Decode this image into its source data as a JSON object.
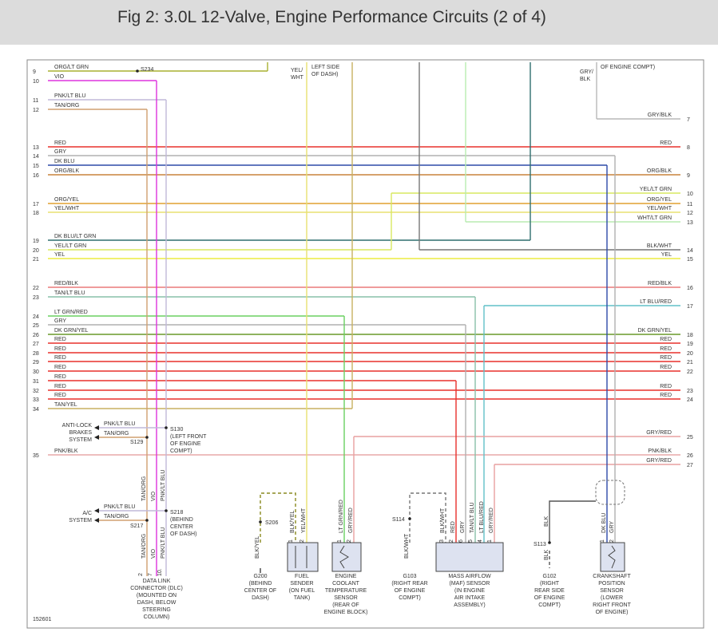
{
  "title": "Fig 2: 3.0L 12-Valve, Engine Performance Circuits (2 of 4)",
  "figure_number": "152601",
  "colors": {
    "RED": "#e8302c",
    "GRY": "#b0b0b0",
    "DK BLU": "#2e4aa8",
    "ORG/BLK": "#c9843c",
    "ORG/YEL": "#e0a030",
    "YEL/WHT": "#e8e070",
    "YEL/LT GRN": "#d8e860",
    "YEL": "#ecec40",
    "DK BLU/LT GRN": "#2f6f6f",
    "TAN/ORG": "#d0a070",
    "TAN/LT BLU": "#88c0a8",
    "TAN/YEL": "#c8b060",
    "VIO": "#dd33dd",
    "PNK/LT BLU": "#c0b8d8",
    "RED/BLK": "#ea7a7a",
    "LT GRN/RED": "#6ad060",
    "DK GRN/YEL": "#6a9a2a",
    "PNK/BLK": "#e8a8a8",
    "GRY/RED": "#e8a0a0",
    "LT BLU/RED": "#60c0c8",
    "BLK/WHT": "#777777",
    "GRY/BLK": "#b8b8b8",
    "ORG/LT GRN": "#a8b030",
    "WHT/LT GRN": "#b8ecb0",
    "YEL/LT GRN R": "#d8e860",
    "BLK": "#555555",
    "BLK/YEL": "#8a8a20"
  },
  "wires": [
    {
      "row": "9",
      "label": "ORG/LT GRN"
    },
    {
      "row": "10",
      "label": "VIO"
    },
    {
      "row": "11",
      "label": "PNK/LT BLU"
    },
    {
      "row": "12",
      "label": "TAN/ORG"
    },
    {
      "row": "13",
      "label": "RED",
      "right_label": "RED",
      "right_pin": "8"
    },
    {
      "row": "14",
      "label": "GRY"
    },
    {
      "row": "15",
      "label": "DK BLU"
    },
    {
      "row": "16",
      "label": "ORG/BLK",
      "right_label": "ORG/BLK",
      "right_pin": "9"
    },
    {
      "row": "17",
      "label": "ORG/YEL",
      "right_label": "ORG/YEL",
      "right_pin": "11"
    },
    {
      "row": "18",
      "label": "YEL/WHT",
      "right_label": "YEL/WHT",
      "right_pin": "12"
    },
    {
      "row": "19",
      "label": "DK BLU/LT GRN"
    },
    {
      "row": "20",
      "label": "YEL/LT GRN"
    },
    {
      "row": "21",
      "label": "YEL",
      "right_label": "YEL",
      "right_pin": "15"
    },
    {
      "row": "22",
      "label": "RED/BLK",
      "right_label": "RED/BLK",
      "right_pin": "16"
    },
    {
      "row": "23",
      "label": "TAN/LT BLU"
    },
    {
      "row": "24",
      "label": "LT GRN/RED"
    },
    {
      "row": "25",
      "label": "GRY"
    },
    {
      "row": "26",
      "label": "DK GRN/YEL",
      "right_label": "DK GRN/YEL",
      "right_pin": "18"
    },
    {
      "row": "27",
      "label": "RED",
      "right_label": "RED",
      "right_pin": "19"
    },
    {
      "row": "28",
      "label": "RED",
      "right_label": "RED",
      "right_pin": "20"
    },
    {
      "row": "29",
      "label": "RED",
      "right_label": "RED",
      "right_pin": "21"
    },
    {
      "row": "30",
      "label": "RED",
      "right_label": "RED",
      "right_pin": "22"
    },
    {
      "row": "31",
      "label": "RED"
    },
    {
      "row": "32",
      "label": "RED",
      "right_label": "RED",
      "right_pin": "23"
    },
    {
      "row": "33",
      "label": "RED",
      "right_label": "RED",
      "right_pin": "24"
    },
    {
      "row": "34",
      "label": "TAN/YEL"
    },
    {
      "row": "35",
      "label": "PNK/BLK",
      "right_label": "PNK/BLK",
      "right_pin": "26"
    }
  ],
  "right_only_wires": [
    {
      "label": "GRY/BLK",
      "pin": "7"
    },
    {
      "label": "YEL/LT GRN",
      "pin": "10"
    },
    {
      "label": "WHT/LT GRN",
      "pin": "13"
    },
    {
      "label": "BLK/WHT",
      "pin": "14"
    },
    {
      "label": "LT BLU/RED",
      "pin": "17"
    },
    {
      "label": "GRY/RED",
      "pin": "25"
    },
    {
      "label": "GRY/RED",
      "pin": "27"
    }
  ],
  "splices": {
    "s234": "S234",
    "s130": "S130",
    "s130_desc": [
      "(LEFT FRONT",
      "OF ENGINE",
      "COMPT)"
    ],
    "s129": "S129",
    "s218": "S218",
    "s218_desc": [
      "(BEHIND",
      "CENTER",
      "OF DASH)"
    ],
    "s217": "S217",
    "s206": "S206",
    "s114": "S114",
    "s113": "S113"
  },
  "top_notes": {
    "left_side_dash": [
      "LEFT SIDE",
      "OF DASH)"
    ],
    "yel_wht": [
      "YEL/",
      "WHT"
    ],
    "engine_compt": "OF ENGINE COMPT)",
    "gry_blk": [
      "GRY/",
      "BLK"
    ]
  },
  "systems": {
    "abs": [
      "ANTI-LOCK",
      "BRAKES",
      "SYSTEM"
    ],
    "ac": [
      "A/C",
      "SYSTEM"
    ]
  },
  "components": {
    "dlc": [
      "DATA LINK",
      "CONNECTOR (DLC)",
      "(MOUNTED ON",
      "DASH, BELOW",
      "STEERING",
      "COLUMN)"
    ],
    "g200": [
      "G200",
      "(BEHIND",
      "CENTER OF",
      "DASH)"
    ],
    "fuel_sender": [
      "FUEL",
      "SENDER",
      "(ON FUEL",
      "TANK)"
    ],
    "ect": [
      "ENGINE",
      "COOLANT",
      "TEMPERATURE",
      "SENSOR",
      "(REAR OF",
      "ENGINE BLOCK)"
    ],
    "g103": [
      "G103",
      "(RIGHT REAR",
      "OF ENGINE",
      "COMPT)"
    ],
    "maf": [
      "MASS AIRFLOW",
      "(MAF) SENSOR",
      "(IN ENGINE",
      "AIR INTAKE",
      "ASSEMBLY)"
    ],
    "g102": [
      "G102",
      "(RIGHT",
      "REAR SIDE",
      "OF ENGINE",
      "COMPT)"
    ],
    "ckp": [
      "CRANKSHAFT",
      "POSITION",
      "SENSOR",
      "(LOWER",
      "RIGHT FRONT",
      "OF ENGINE)"
    ]
  },
  "vertical_labels": {
    "tan_org_a": "TAN/ORG",
    "vio_a": "VIO",
    "pnk_lt_blu_a": "PNK/LT BLU",
    "tan_org_b": "TAN/ORG",
    "vio_b": "VIO",
    "pnk_lt_blu_b": "PNK/LT BLU",
    "blk_yel_a": "BLK/YEL",
    "blk_yel_b": "BLK/YEL",
    "yel_wht": "YEL/WHT",
    "lt_grn_red": "LT GRN/RED",
    "gry_red": "GRY/RED",
    "blk_wht_a": "BLK/WHT",
    "blk_wht_b": "BLK/WHT",
    "red": "RED",
    "gry": "GRY",
    "tan_lt_blu": "TAN/LT BLU",
    "lt_blu_red": "LT BLU/RED",
    "gry_red_b": "GRY/RED",
    "blk_a": "BLK",
    "blk_b": "BLK",
    "dk_blu": "DK BLU",
    "gry_b": "GRY"
  },
  "pins": {
    "dlc": [
      "2",
      "7",
      "10."
    ],
    "fuel": [
      "1",
      "2"
    ],
    "ect": [
      "1",
      "2"
    ],
    "maf": [
      "3",
      "2",
      "6",
      "5",
      "4",
      "1"
    ],
    "ckp": [
      "1",
      "2"
    ]
  },
  "branch_labels": {
    "abs_pnk": "PNK/LT BLU",
    "abs_tan": "TAN/ORG",
    "ac_pnk": "PNK/LT BLU",
    "ac_tan": "TAN/ORG"
  }
}
